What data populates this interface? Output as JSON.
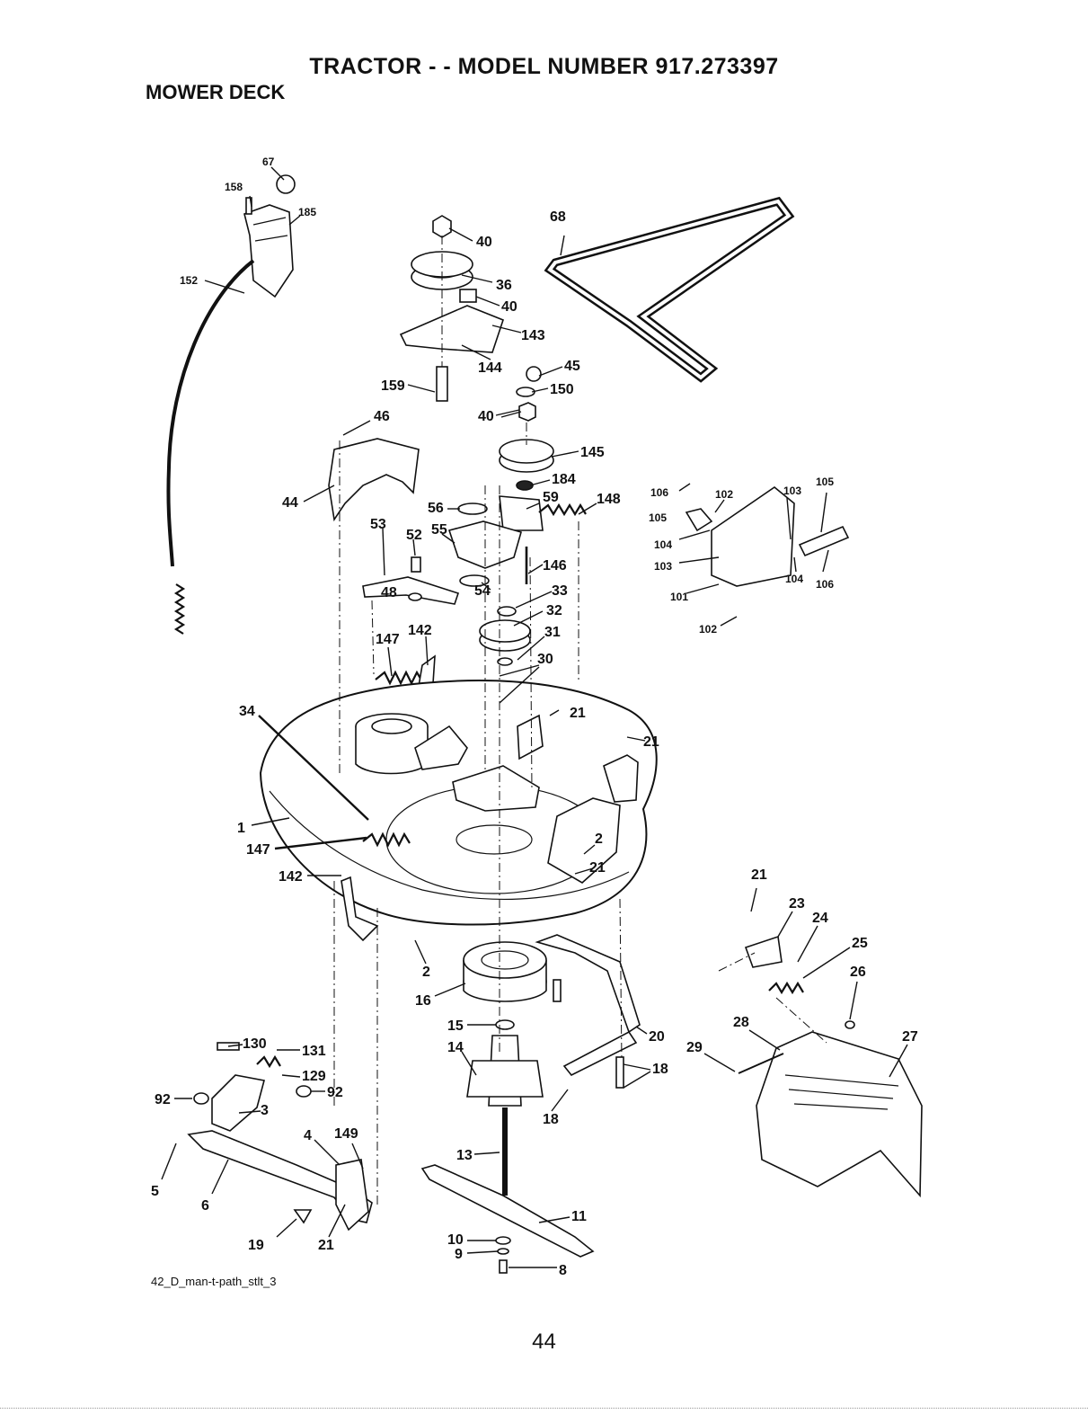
{
  "header": {
    "title": "TRACTOR - - MODEL NUMBER  917.273397",
    "section": "MOWER DECK"
  },
  "footer": {
    "figure_id": "42_D_man-t-path_stlt_3",
    "page_number": "44"
  },
  "callouts": [
    "67",
    "158",
    "185",
    "152",
    "40",
    "36",
    "40",
    "143",
    "144",
    "159",
    "45",
    "150",
    "40",
    "46",
    "145",
    "184",
    "44",
    "59",
    "148",
    "56",
    "53",
    "52",
    "55",
    "48",
    "146",
    "54",
    "33",
    "32",
    "147",
    "142",
    "31",
    "30",
    "68",
    "106",
    "102",
    "103",
    "105",
    "105",
    "104",
    "103",
    "104",
    "106",
    "101",
    "102",
    "34",
    "21",
    "21",
    "1",
    "147",
    "142",
    "2",
    "21",
    "2",
    "16",
    "21",
    "23",
    "24",
    "25",
    "26",
    "15",
    "14",
    "20",
    "28",
    "27",
    "29",
    "18",
    "18",
    "130",
    "131",
    "129",
    "92",
    "92",
    "3",
    "4",
    "149",
    "5",
    "6",
    "13",
    "11",
    "19",
    "21",
    "10",
    "9",
    "8"
  ]
}
